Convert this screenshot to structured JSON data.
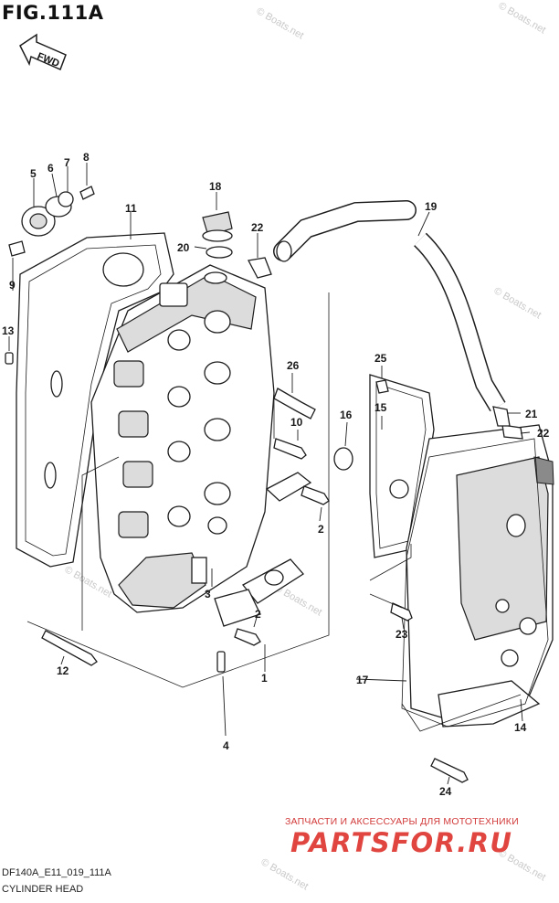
{
  "header": {
    "figure_title": "FIG.111A",
    "direction_label": "FWD"
  },
  "callouts": [
    {
      "id": "c1",
      "label": "1"
    },
    {
      "id": "c2a",
      "label": "2"
    },
    {
      "id": "c2b",
      "label": "2"
    },
    {
      "id": "c3",
      "label": "3"
    },
    {
      "id": "c4",
      "label": "4"
    },
    {
      "id": "c5",
      "label": "5"
    },
    {
      "id": "c6",
      "label": "6"
    },
    {
      "id": "c7",
      "label": "7"
    },
    {
      "id": "c8",
      "label": "8"
    },
    {
      "id": "c9",
      "label": "9"
    },
    {
      "id": "c10",
      "label": "10"
    },
    {
      "id": "c11",
      "label": "11"
    },
    {
      "id": "c12",
      "label": "12"
    },
    {
      "id": "c13",
      "label": "13"
    },
    {
      "id": "c14",
      "label": "14"
    },
    {
      "id": "c15",
      "label": "15"
    },
    {
      "id": "c16",
      "label": "16"
    },
    {
      "id": "c17",
      "label": "17"
    },
    {
      "id": "c18",
      "label": "18"
    },
    {
      "id": "c19",
      "label": "19"
    },
    {
      "id": "c20",
      "label": "20"
    },
    {
      "id": "c21",
      "label": "21"
    },
    {
      "id": "c22a",
      "label": "22"
    },
    {
      "id": "c22b",
      "label": "22"
    },
    {
      "id": "c23",
      "label": "23"
    },
    {
      "id": "c24",
      "label": "24"
    },
    {
      "id": "c25",
      "label": "25"
    },
    {
      "id": "c26",
      "label": "26"
    }
  ],
  "watermark": {
    "text": "© Boats.net"
  },
  "advert": {
    "tagline": "ЗАПЧАСТИ И АКСЕССУАРЫ ДЛЯ МОТОТЕХНИКИ",
    "logo": "PARTSFOR.RU",
    "color": "#e0453f"
  },
  "footer": {
    "code": "DF140A_E11_019_111A",
    "name": "CYLINDER HEAD"
  }
}
